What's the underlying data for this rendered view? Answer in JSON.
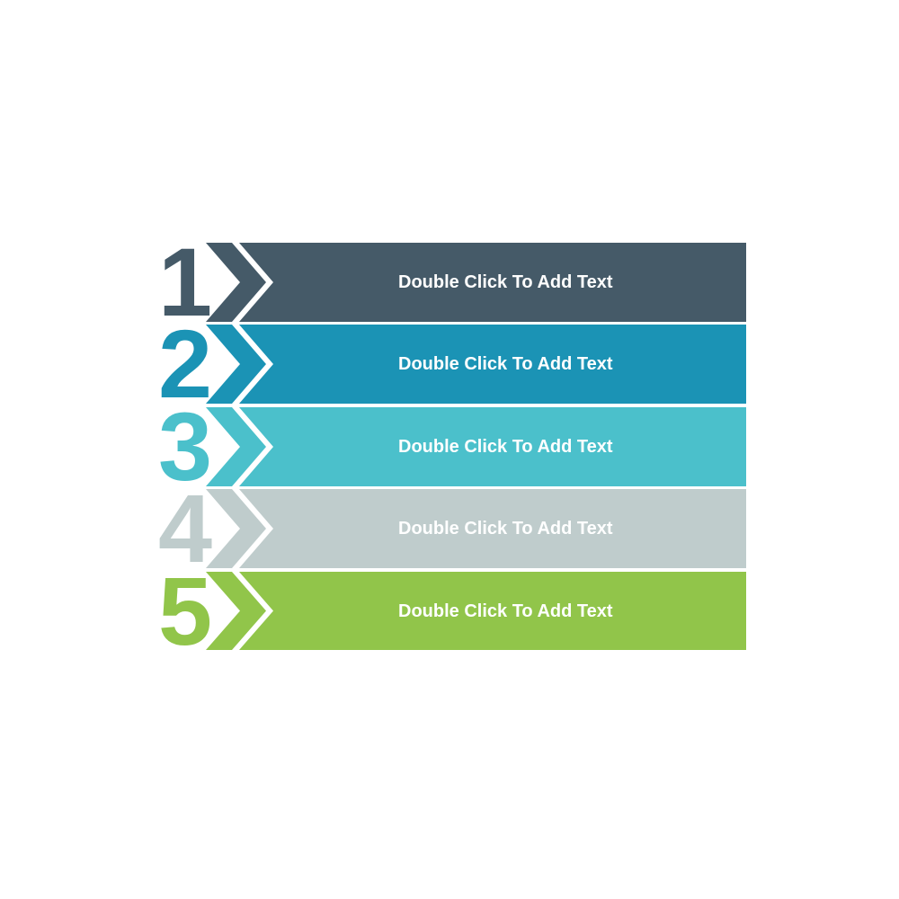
{
  "diagram": {
    "type": "numbered-list-infographic",
    "items": [
      {
        "number": "1",
        "label": "Double Click To Add Text",
        "color": "#455a68"
      },
      {
        "number": "2",
        "label": "Double Click To Add Text",
        "color": "#1b93b5"
      },
      {
        "number": "3",
        "label": "Double Click To Add Text",
        "color": "#4bc0cb"
      },
      {
        "number": "4",
        "label": "Double Click To Add Text",
        "color": "#bfcccc"
      },
      {
        "number": "5",
        "label": "Double Click To Add Text",
        "color": "#91c54a"
      }
    ]
  }
}
